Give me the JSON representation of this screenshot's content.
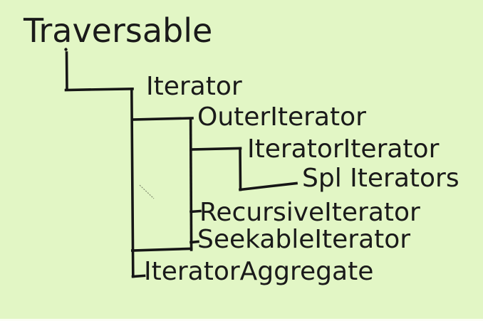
{
  "diagram": {
    "type": "tree",
    "nodes": {
      "traversable": {
        "label": "Traversable"
      },
      "iterator": {
        "label": "Iterator"
      },
      "outer_iterator": {
        "label": "OuterIterator"
      },
      "iterator_iterator": {
        "label": "IteratorIterator"
      },
      "spl_iterators": {
        "label": "Spl Iterators"
      },
      "recursive_iterator": {
        "label": "RecursiveIterator"
      },
      "seekable_iterator": {
        "label": "SeekableIterator"
      },
      "iterator_aggregate": {
        "label": "IteratorAggregate"
      }
    },
    "edges": [
      [
        "Traversable",
        "Iterator"
      ],
      [
        "Traversable",
        "IteratorAggregate"
      ],
      [
        "Iterator",
        "OuterIterator"
      ],
      [
        "Iterator",
        "RecursiveIterator"
      ],
      [
        "Iterator",
        "SeekableIterator"
      ],
      [
        "OuterIterator",
        "IteratorIterator"
      ],
      [
        "IteratorIterator",
        "Spl Iterators"
      ]
    ],
    "colors": {
      "background": "#e2f6c5",
      "line": "#161616",
      "text": "#1a1a1a",
      "edge": "#fcfdf7"
    }
  }
}
